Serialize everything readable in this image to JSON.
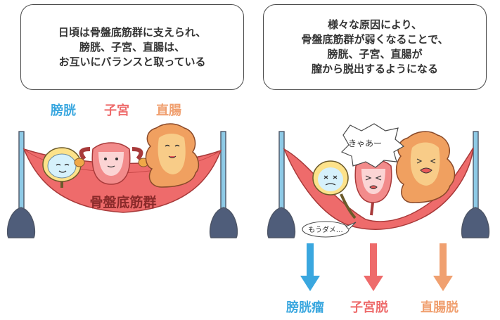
{
  "left_panel": {
    "caption_lines": [
      "日頃は骨盤底筋群に支えられ、",
      "膀胱、子宮、直腸は、",
      "お互いにバランスと取っている"
    ],
    "organ_labels": [
      {
        "text": "膀胱",
        "color": "#3aa7df"
      },
      {
        "text": "子宮",
        "color": "#ee6b6b"
      },
      {
        "text": "直腸",
        "color": "#f0a070"
      }
    ],
    "hammock_label": "骨盤底筋群"
  },
  "right_panel": {
    "caption_lines": [
      "様々な原因により、",
      "骨盤底筋群が弱くなることで、",
      "膀胱、子宮、直腸が",
      "膣から脱出するようになる"
    ],
    "shout": "きゃあー",
    "whisper": "もうダメ…",
    "outcomes": [
      {
        "text": "膀胱瘤",
        "color": "#3aa7df"
      },
      {
        "text": "子宮脱",
        "color": "#ee6b6b"
      },
      {
        "text": "直腸脱",
        "color": "#f0a070"
      }
    ]
  }
}
